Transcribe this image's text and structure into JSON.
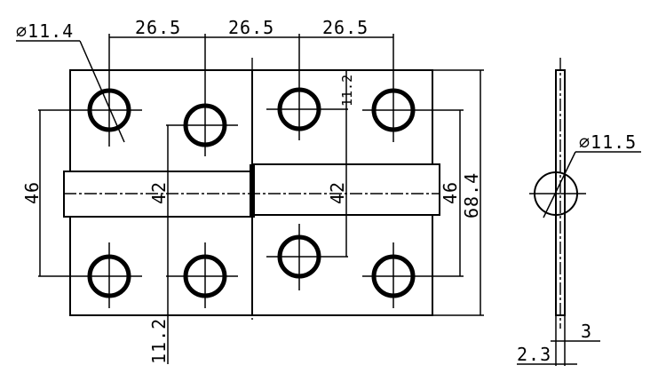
{
  "dimensions": {
    "hole_diameter": "⌀11.4",
    "pitch_1": "26.5",
    "pitch_2": "26.5",
    "pitch_3": "26.5",
    "knuckle_top": "11.2",
    "knuckle_bottom": "11.2",
    "left_height": "46",
    "right_height": "46",
    "center_left": "42",
    "center_right": "42",
    "overall_length": "68.4",
    "pin_diameter": "⌀11.5",
    "leaf_thickness": "3",
    "plate_thickness": "2.3"
  }
}
